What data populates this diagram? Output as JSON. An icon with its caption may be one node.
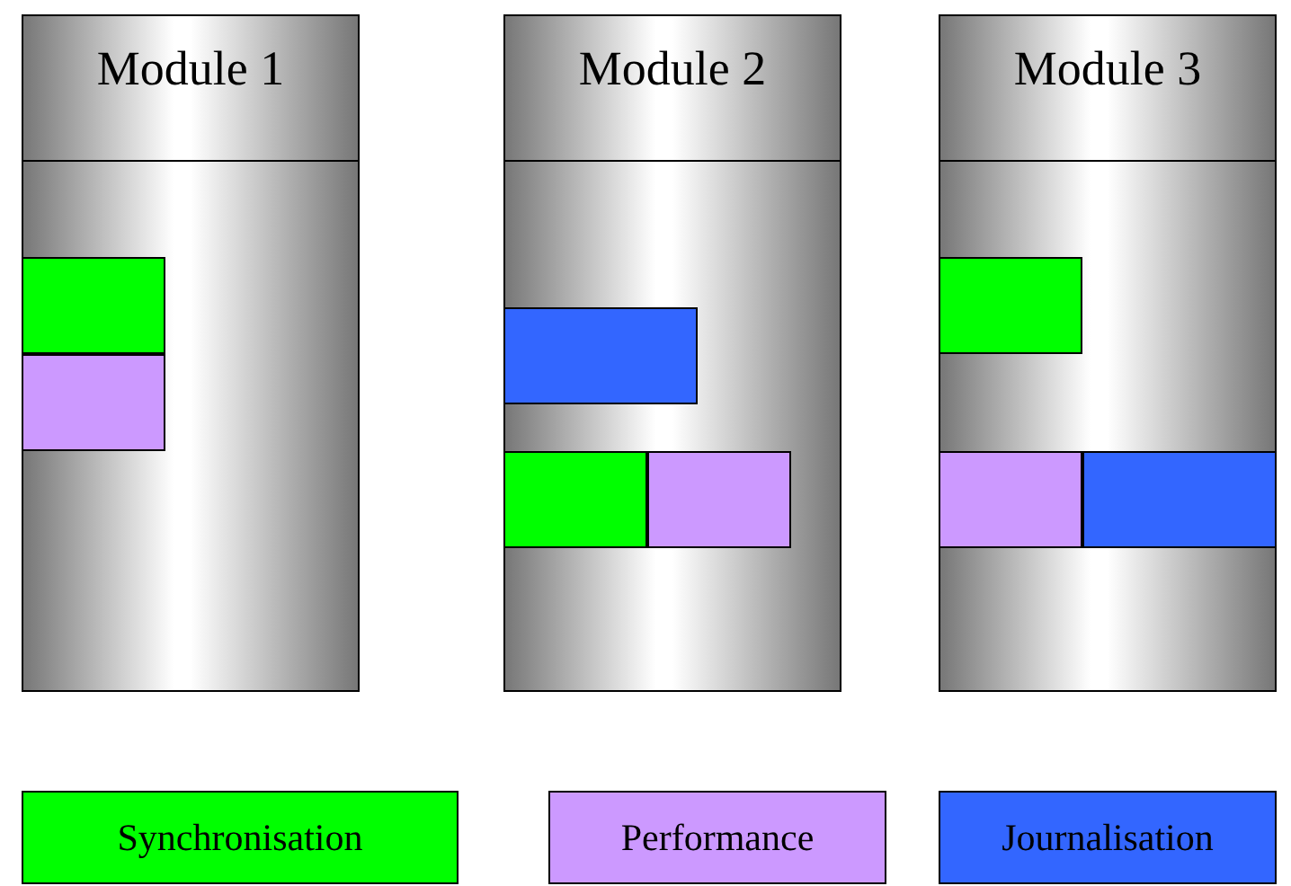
{
  "diagram": {
    "nodes": [
      {
        "text": [
          "Module 1"
        ]
      },
      {
        "text": [],
        "shape": "bar",
        "in": 0
      },
      {
        "text": [],
        "shape": "bar",
        "in": 0
      },
      {
        "text": [
          "Module 2"
        ]
      },
      {
        "text": [],
        "shape": "bar",
        "in": 3
      },
      {
        "text": [],
        "shape": "bar",
        "in": 3
      },
      {
        "text": [],
        "shape": "bar",
        "in": 3
      },
      {
        "text": [
          "Module 3"
        ]
      },
      {
        "text": [],
        "shape": "bar",
        "in": 7
      },
      {
        "text": [],
        "shape": "bar",
        "in": 7
      },
      {
        "text": [],
        "shape": "bar",
        "in": 7
      }
    ],
    "edges": [],
    "legend": [
      {
        "text": "Synchronisation",
        "color": "#00ff00"
      },
      {
        "text": "Performance",
        "color": "#cc99ff"
      },
      {
        "text": "Journalisation",
        "color": "#3366ff"
      }
    ]
  }
}
